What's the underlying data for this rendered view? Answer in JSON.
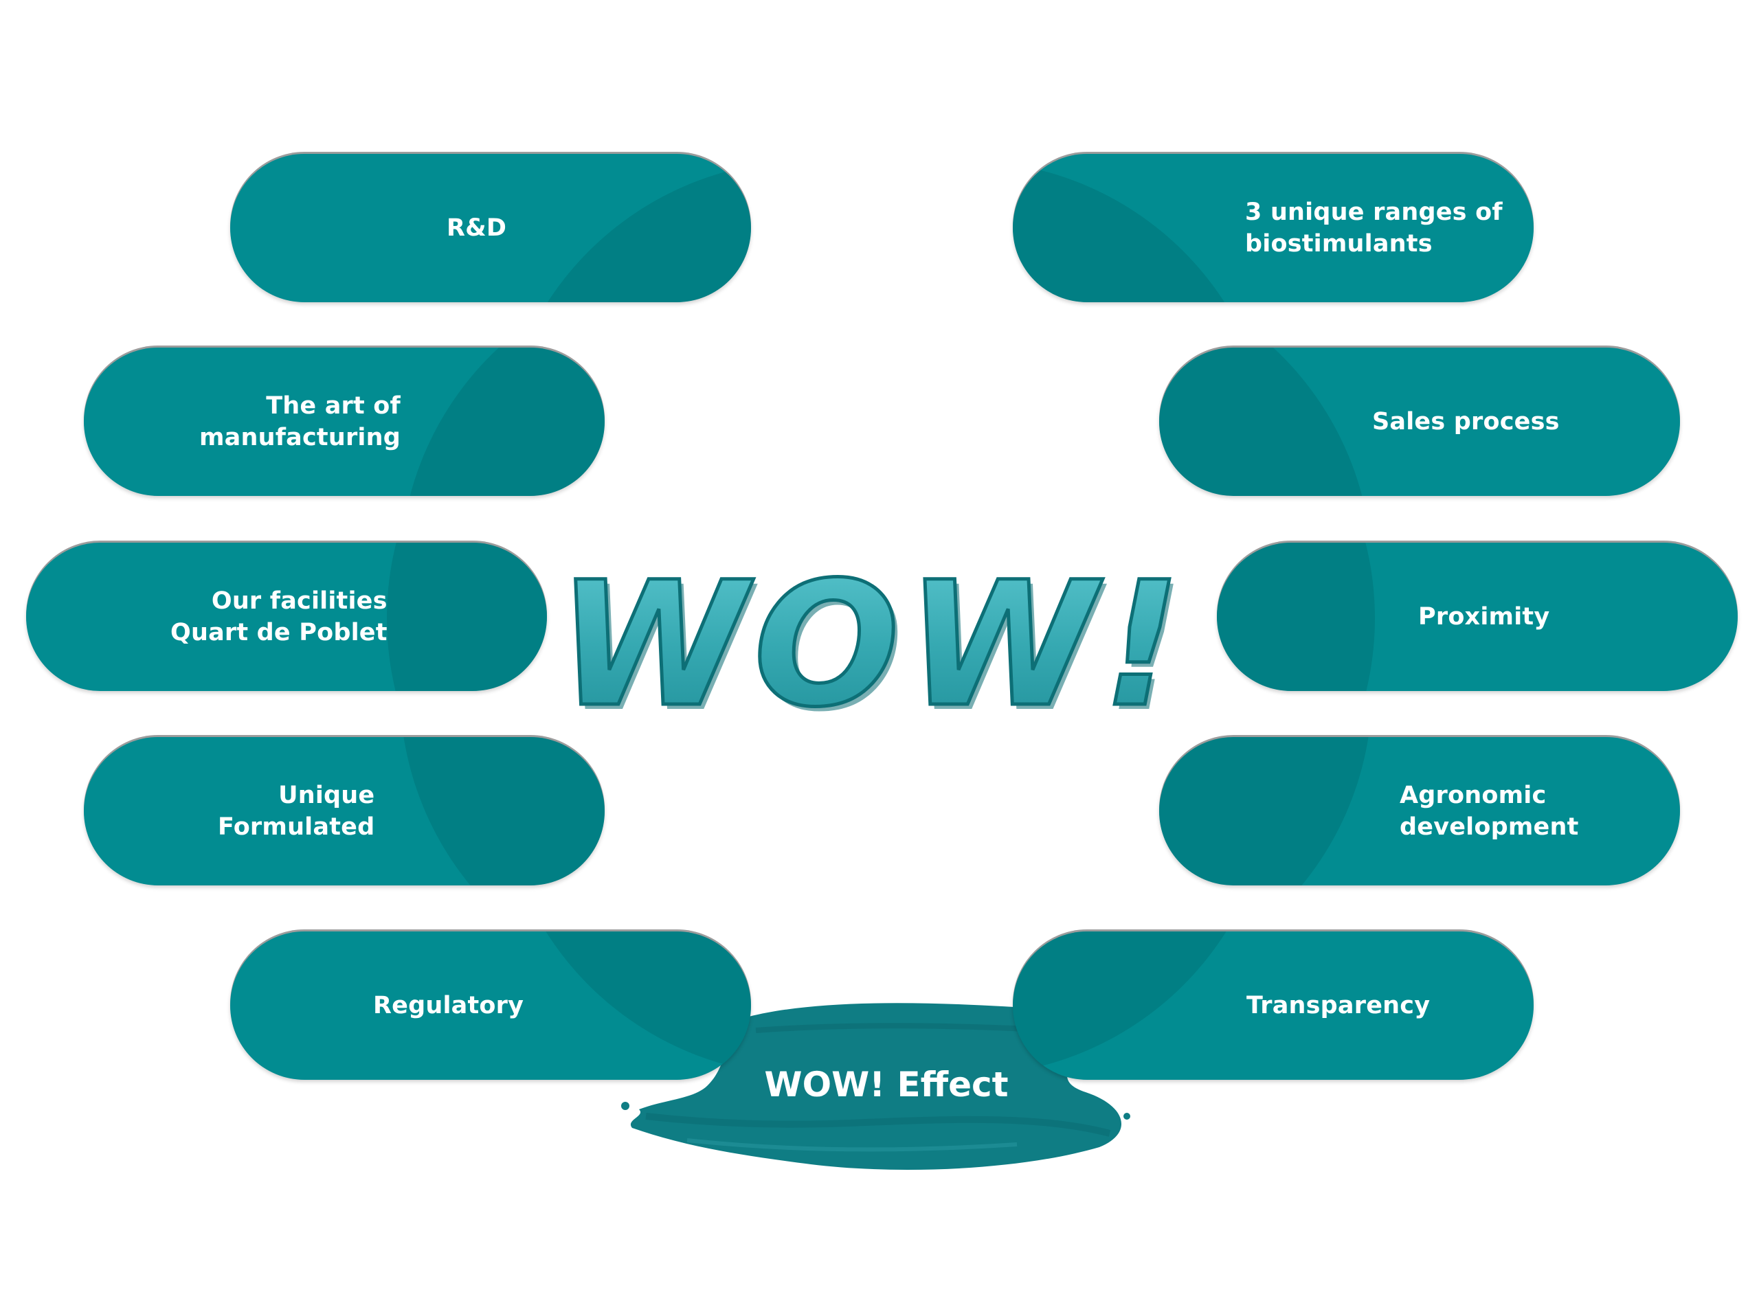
{
  "colors": {
    "pill": "#028c91",
    "pill_shade": "#006f76",
    "wow_teal": "#3fb3bb",
    "wow_dark": "#0d6f76",
    "brush": "#0f7d84",
    "text": "#ffffff"
  },
  "diagram": {
    "left_items": [
      {
        "label": "R&D"
      },
      {
        "label": "The art of\nmanufacturing"
      },
      {
        "label": "Our facilities\nQuart de Poblet"
      },
      {
        "label": "Unique\nFormulated"
      },
      {
        "label": "Regulatory"
      }
    ],
    "right_items": [
      {
        "label": "3 unique ranges of\nbiostimulants"
      },
      {
        "label": "Sales process"
      },
      {
        "label": "Proximity"
      },
      {
        "label": "Agronomic\ndevelopment"
      },
      {
        "label": "Transparency"
      }
    ],
    "center_word": "WOW!",
    "effect_label": "WOW! Effect"
  }
}
